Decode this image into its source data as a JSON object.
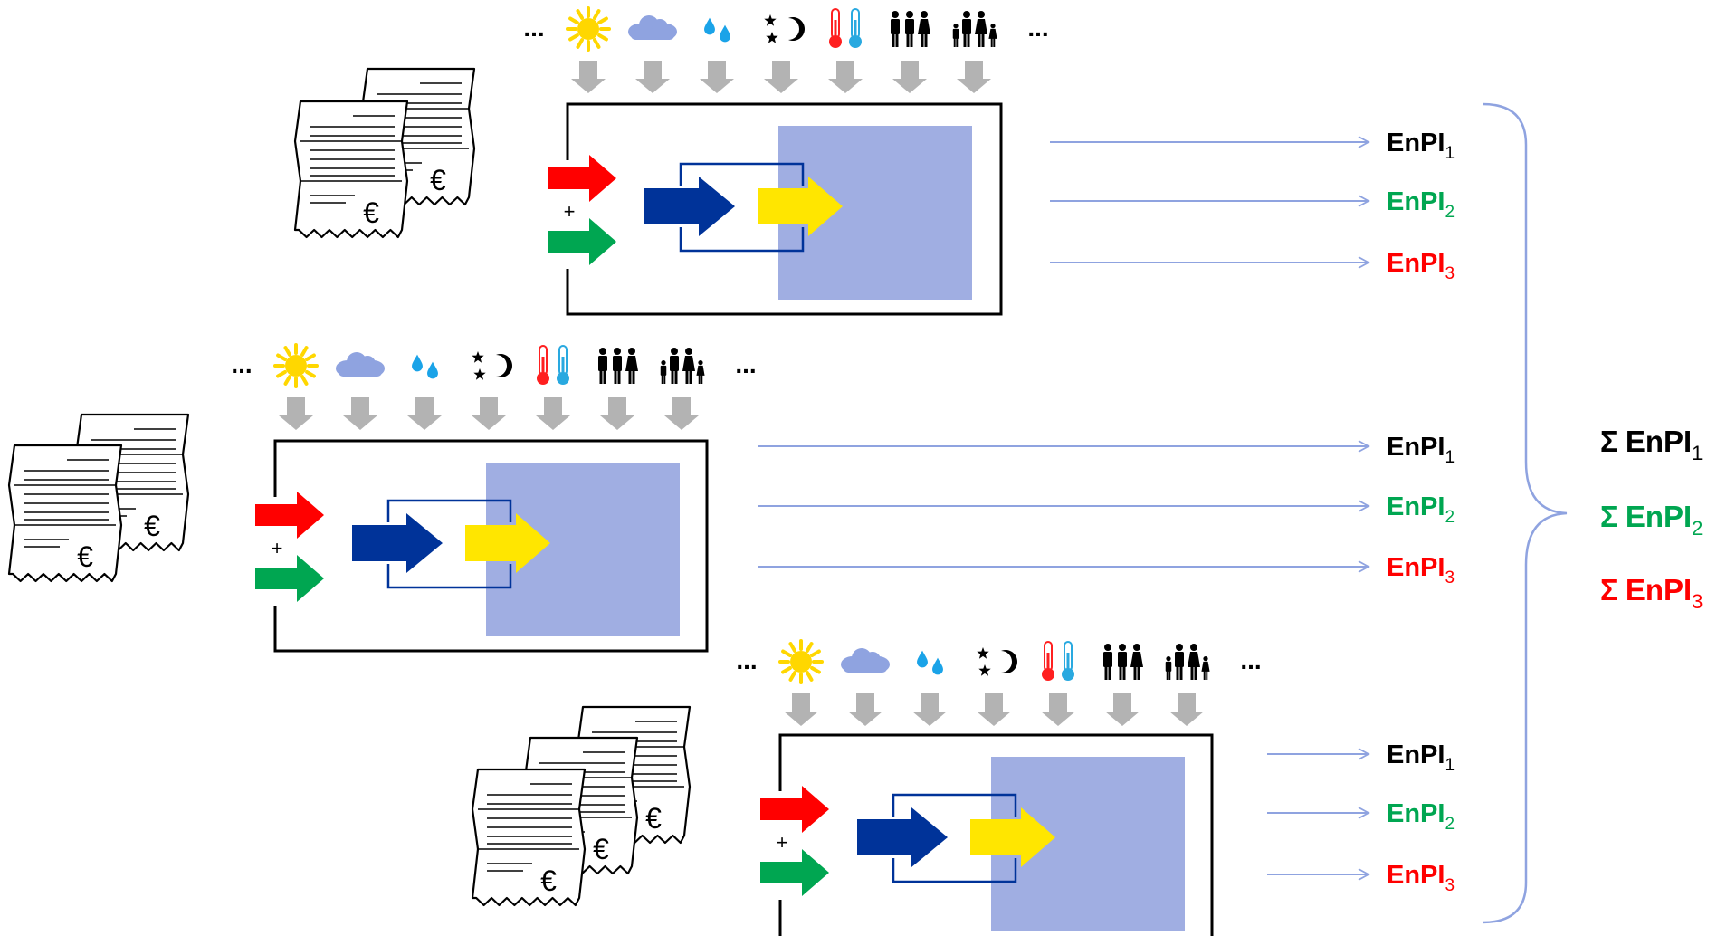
{
  "colors": {
    "black": "#000000",
    "green": "#00a651",
    "red": "#ff0000",
    "flow_line": "#8fa3e0",
    "building_fill": "#a0aee2",
    "input_arrow": "#b3b3b3",
    "inner_arrow": "#003399",
    "output_arrow": "#ffe600"
  },
  "ellipsis": "...",
  "plus": "+",
  "currency": "€",
  "influence_icons": [
    "sun-icon",
    "cloud-icon",
    "rain-drops-icon",
    "night-stars-icon",
    "thermometer-icon",
    "occupants-icon",
    "family-icon"
  ],
  "systems": [
    {
      "id": "system-1",
      "indicators": [
        {
          "base": "EnPI",
          "sub": "1",
          "color": "#000000"
        },
        {
          "base": "EnPI",
          "sub": "2",
          "color": "#00a651"
        },
        {
          "base": "EnPI",
          "sub": "3",
          "color": "#ff0000"
        }
      ]
    },
    {
      "id": "system-2",
      "indicators": [
        {
          "base": "EnPI",
          "sub": "1",
          "color": "#000000"
        },
        {
          "base": "EnPI",
          "sub": "2",
          "color": "#00a651"
        },
        {
          "base": "EnPI",
          "sub": "3",
          "color": "#ff0000"
        }
      ]
    },
    {
      "id": "system-3",
      "indicators": [
        {
          "base": "EnPI",
          "sub": "1",
          "color": "#000000"
        },
        {
          "base": "EnPI",
          "sub": "2",
          "color": "#00a651"
        },
        {
          "base": "EnPI",
          "sub": "3",
          "color": "#ff0000"
        }
      ]
    }
  ],
  "aggregate": [
    {
      "symbol": "Σ",
      "base": "EnPI",
      "sub": "1",
      "color": "#000000"
    },
    {
      "symbol": "Σ",
      "base": "EnPI",
      "sub": "2",
      "color": "#00a651"
    },
    {
      "symbol": "Σ",
      "base": "EnPI",
      "sub": "3",
      "color": "#ff0000"
    }
  ]
}
